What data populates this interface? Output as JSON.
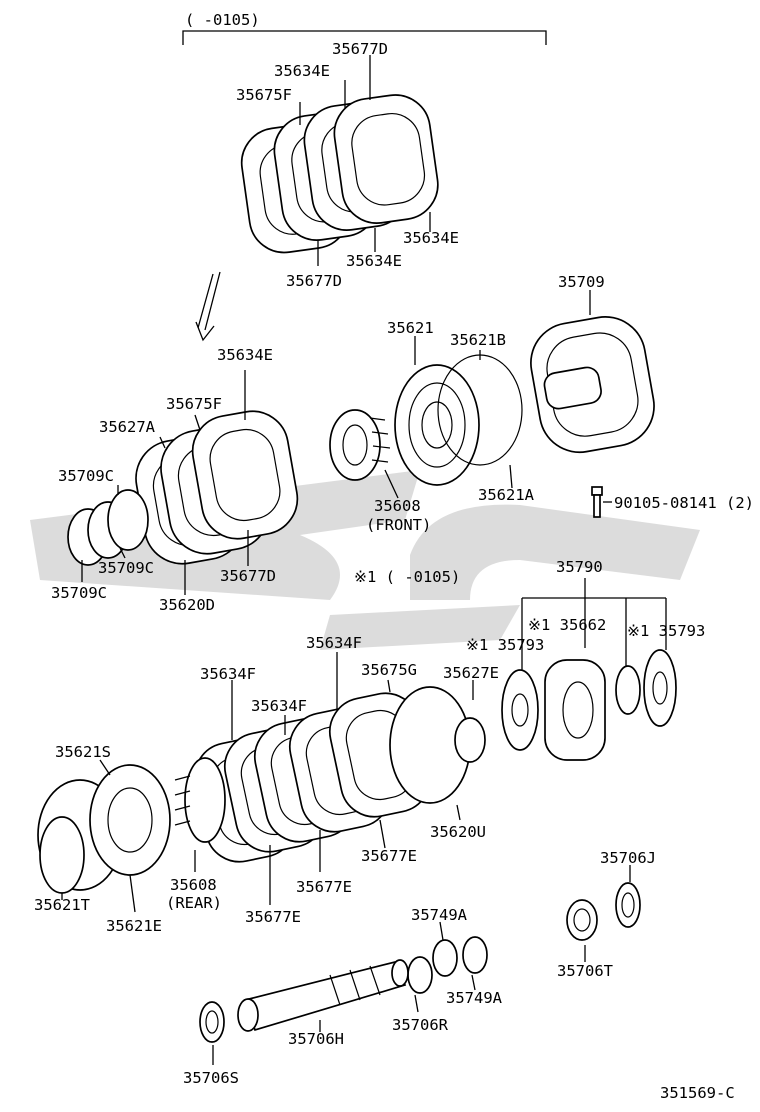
{
  "diagram_id": "351569-C",
  "version_note_top": "(  -0105)",
  "version_note_mid": "※1 (    -0105)",
  "labels": {
    "l35677D_top": "35677D",
    "l35634E_top": "35634E",
    "l35675F_top": "35675F",
    "l35634E_r1": "35634E",
    "l35634E_r2": "35634E",
    "l35677D_bot": "35677D",
    "l35709": "35709",
    "l35621": "35621",
    "l35621B": "35621B",
    "l35634E_mid": "35634E",
    "l35675F_mid": "35675F",
    "l35627A": "35627A",
    "l35709C_1": "35709C",
    "l35709C_2": "35709C",
    "l35709C_3": "35709C",
    "l35620D": "35620D",
    "l35677D_mid": "35677D",
    "l35608_front": "35608",
    "l35608_front_sub": "(FRONT)",
    "l35621A": "35621A",
    "l90105": "90105-08141 (2)",
    "l35790": "35790",
    "l35662": "※1 35662",
    "l35793_right": "※1 35793",
    "l35793_left": "※1 35793",
    "l35634F_1": "35634F",
    "l35634F_2": "35634F",
    "l35634F_3": "35634F",
    "l35675G": "35675G",
    "l35627E": "35627E",
    "l35621S": "35621S",
    "l35620U": "35620U",
    "l35677E_1": "35677E",
    "l35677E_2": "35677E",
    "l35677E_3": "35677E",
    "l35608_rear": "35608",
    "l35608_rear_sub": "(REAR)",
    "l35621T": "35621T",
    "l35621E": "35621E",
    "l35706J": "35706J",
    "l35706T": "35706T",
    "l35749A_1": "35749A",
    "l35749A_2": "35749A",
    "l35706R": "35706R",
    "l35706H": "35706H",
    "l35706S": "35706S"
  },
  "icons": [
    "watermark-logo",
    "direction-arrow-icon"
  ]
}
